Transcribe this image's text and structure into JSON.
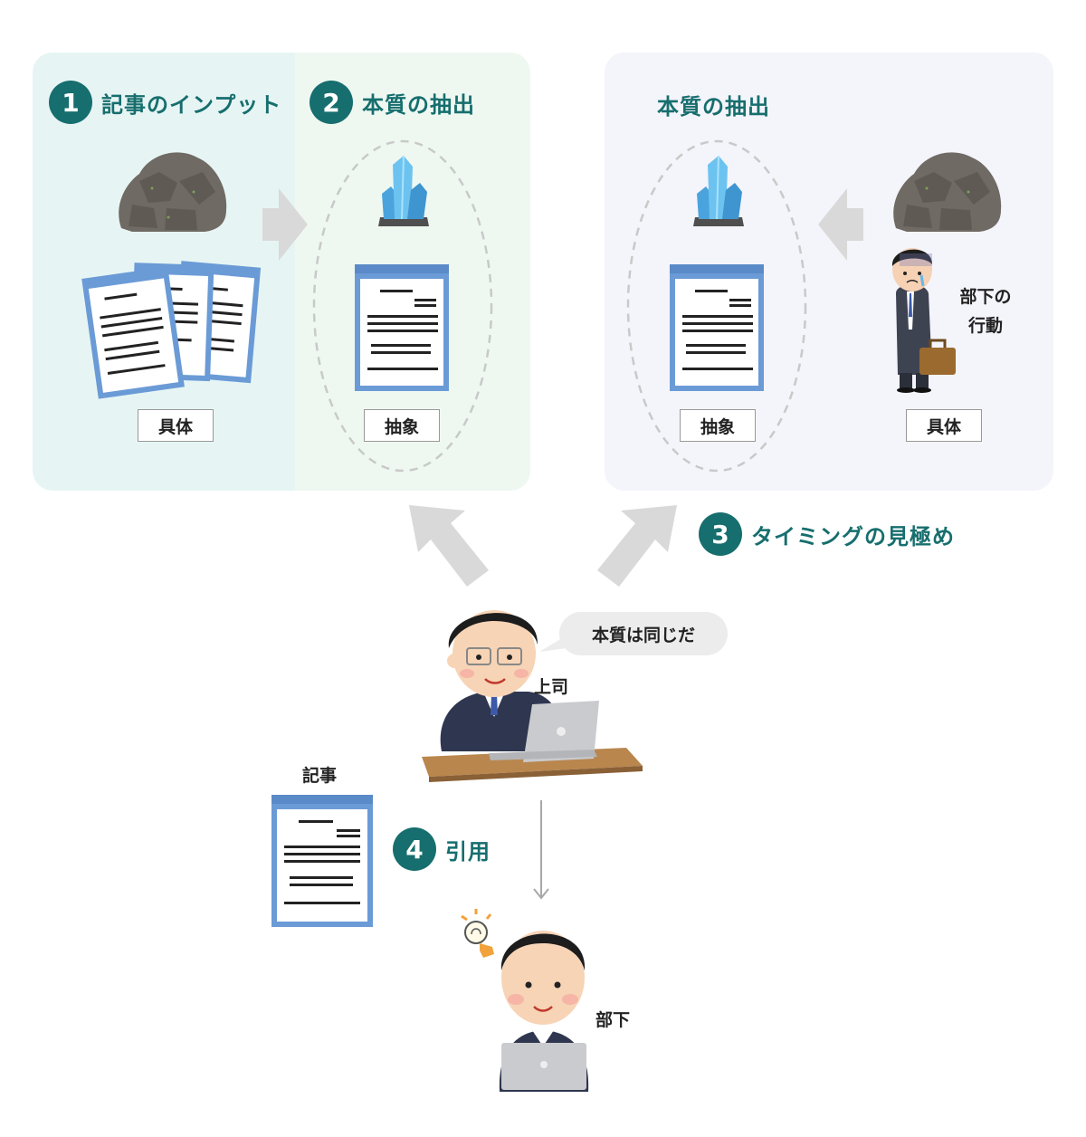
{
  "steps": [
    {
      "num": "1",
      "label": "記事のインプット"
    },
    {
      "num": "2",
      "label": "本質の抽出"
    },
    {
      "num": "3",
      "label": "タイミングの見極め"
    },
    {
      "num": "4",
      "label": "引用"
    }
  ],
  "right_panel": {
    "heading": "本質の抽出"
  },
  "tags": {
    "concrete_left": "具体",
    "abstract_left": "抽象",
    "abstract_right": "抽象",
    "concrete_right": "具体"
  },
  "labels": {
    "subordinate_action": "部下の行動",
    "boss": "上司",
    "article": "記事",
    "subordinate": "部下"
  },
  "speech_bubble": "本質は同じだ",
  "colors": {
    "accent_teal": "#176e6e",
    "panel_left_a": "#e6f5f4",
    "panel_left_b": "#eef8f1",
    "panel_right": "#f4f4fb",
    "arrow_gray": "#d9d9d9"
  },
  "icons": [
    "rock-icon",
    "crystal-icon",
    "document-icon",
    "sad-businessman-icon",
    "boss-at-laptop-icon",
    "subordinate-at-laptop-icon",
    "lightbulb-icon"
  ]
}
